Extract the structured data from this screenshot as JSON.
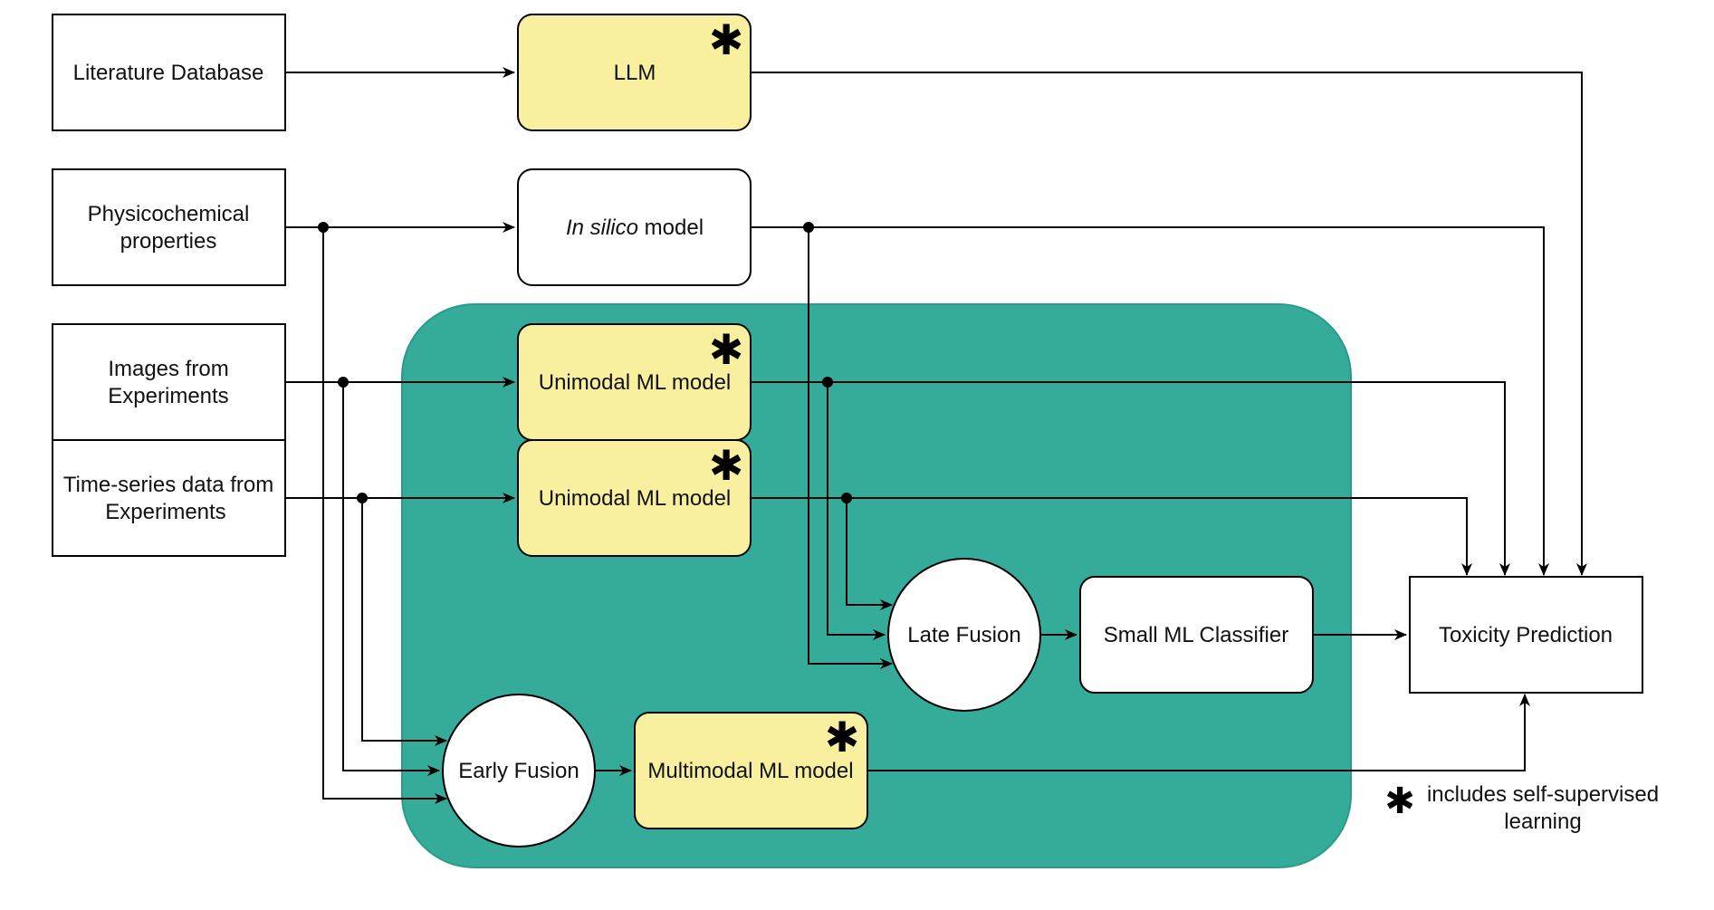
{
  "colors": {
    "platform_region": "#35ab99",
    "ssl_model_fill": "#f9f09f",
    "plain_fill": "#ffffff",
    "line": "#000000"
  },
  "icons": {
    "ssl_marker": "asterisk-icon",
    "connector": "junction-dot-icon",
    "arrow": "arrow-head-icon"
  },
  "sources": {
    "literature": "Literature Database",
    "physchem_line1": "Physicochemical",
    "physchem_line2": "properties",
    "images_line1": "Images from",
    "images_line2": "Experiments",
    "timeseries_line1": "Time-series data from",
    "timeseries_line2": "Experiments"
  },
  "models": {
    "llm": "LLM",
    "insilico_italic": "In silico",
    "insilico_rest": " model",
    "unimodal_images": "Unimodal ML model",
    "unimodal_timeseries": "Unimodal ML model",
    "multimodal": "Multimodal ML model",
    "small_classifier": "Small ML Classifier"
  },
  "fusion": {
    "late": "Late Fusion",
    "early": "Early Fusion"
  },
  "output": {
    "toxicity": "Toxicity Prediction"
  },
  "legend": {
    "line1": "includes self-supervised",
    "line2": "learning"
  }
}
